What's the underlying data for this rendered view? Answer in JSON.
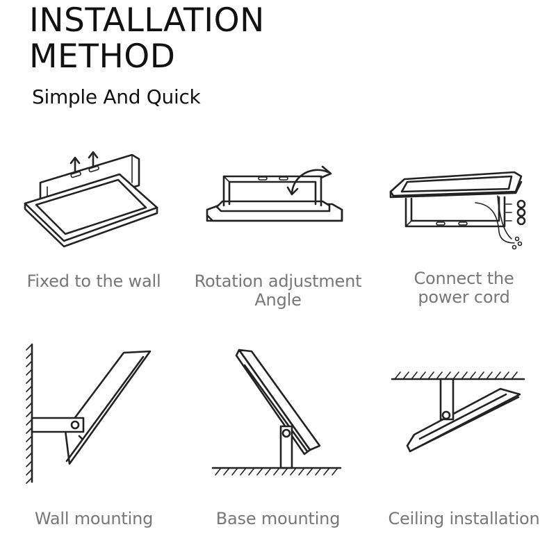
{
  "header": {
    "title_line1": "INSTALLATION",
    "title_line2": "METHOD",
    "subtitle": "Simple And Quick"
  },
  "steps": [
    {
      "label": "Fixed to the wall",
      "icon": "wall-fix-icon"
    },
    {
      "label_line1": "Rotation adjustment",
      "label_line2": "Angle",
      "icon": "rotation-icon"
    },
    {
      "label_line1": "Connect the",
      "label_line2": "power cord",
      "icon": "power-cord-icon"
    },
    {
      "label": "Wall mounting",
      "icon": "wall-mount-icon"
    },
    {
      "label": "Base mounting",
      "icon": "base-mount-icon"
    },
    {
      "label": "Ceiling installation",
      "icon": "ceiling-mount-icon"
    }
  ],
  "colors": {
    "text": "#111111",
    "caption": "#777777",
    "line": "#222222",
    "background": "#ffffff"
  }
}
